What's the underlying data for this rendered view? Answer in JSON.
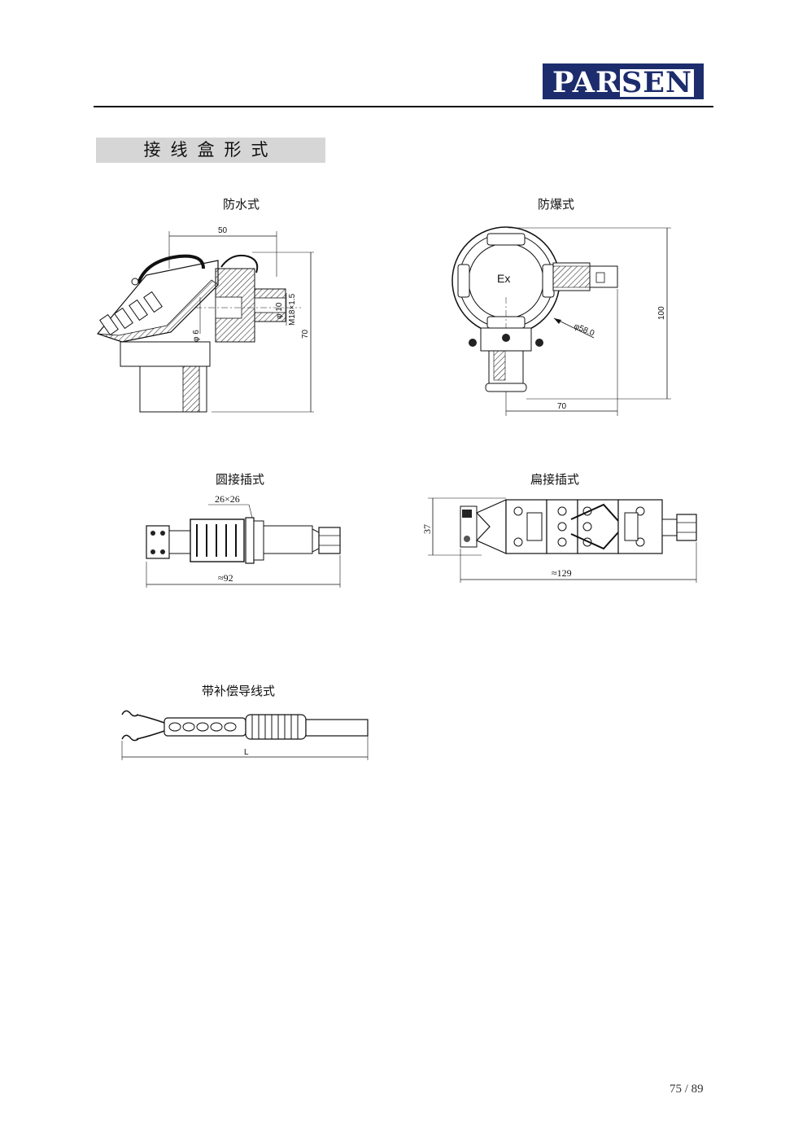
{
  "header": {
    "logo_left": "PAR",
    "logo_highlight": "SEN"
  },
  "section": {
    "title": "接线盒形式"
  },
  "figures": {
    "waterproof": {
      "caption": "防水式",
      "dim_width": "50",
      "dim_height": "70",
      "dim_bore": "φ 6",
      "dim_thread_dia": "φ 10",
      "dim_thread": "M18×1.5"
    },
    "explosion_proof": {
      "caption": "防爆式",
      "mark": "Ex",
      "dim_diameter": "φ58.0",
      "dim_height": "100",
      "dim_width": "70"
    },
    "round_plug": {
      "caption": "圆接插式",
      "dim_hex": "26×26",
      "dim_length": "≈92"
    },
    "flat_plug": {
      "caption": "扁接插式",
      "dim_height": "37",
      "dim_length": "≈129"
    },
    "comp_wire": {
      "caption": "带补偿导线式",
      "dim_length": "L"
    }
  },
  "footer": {
    "page": "75 / 89"
  }
}
